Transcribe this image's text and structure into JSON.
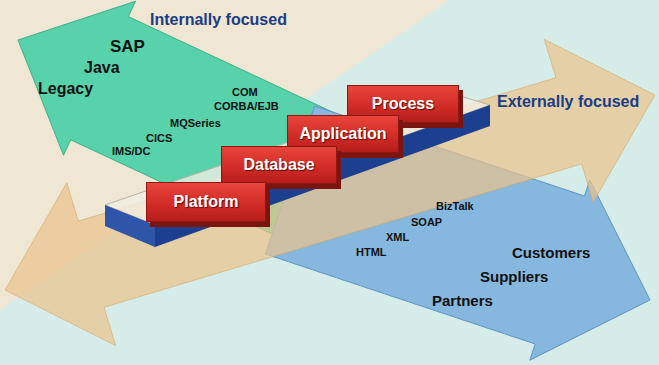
{
  "diagram": {
    "nodes": [
      {
        "text": [
          "Platform"
        ]
      },
      {
        "text": [
          "Database"
        ]
      },
      {
        "text": [
          "Application"
        ]
      },
      {
        "text": [
          "Process"
        ]
      }
    ],
    "labels": [
      "Internally focused",
      "SAP",
      "Java",
      "Legacy",
      "COM",
      "CORBA/EJB",
      "MQSeries",
      "CICS",
      "IMS/DC",
      "Externally focused",
      "BizTalk",
      "SOAP",
      "XML",
      "HTML",
      "Customers",
      "Suppliers",
      "Partners"
    ]
  }
}
